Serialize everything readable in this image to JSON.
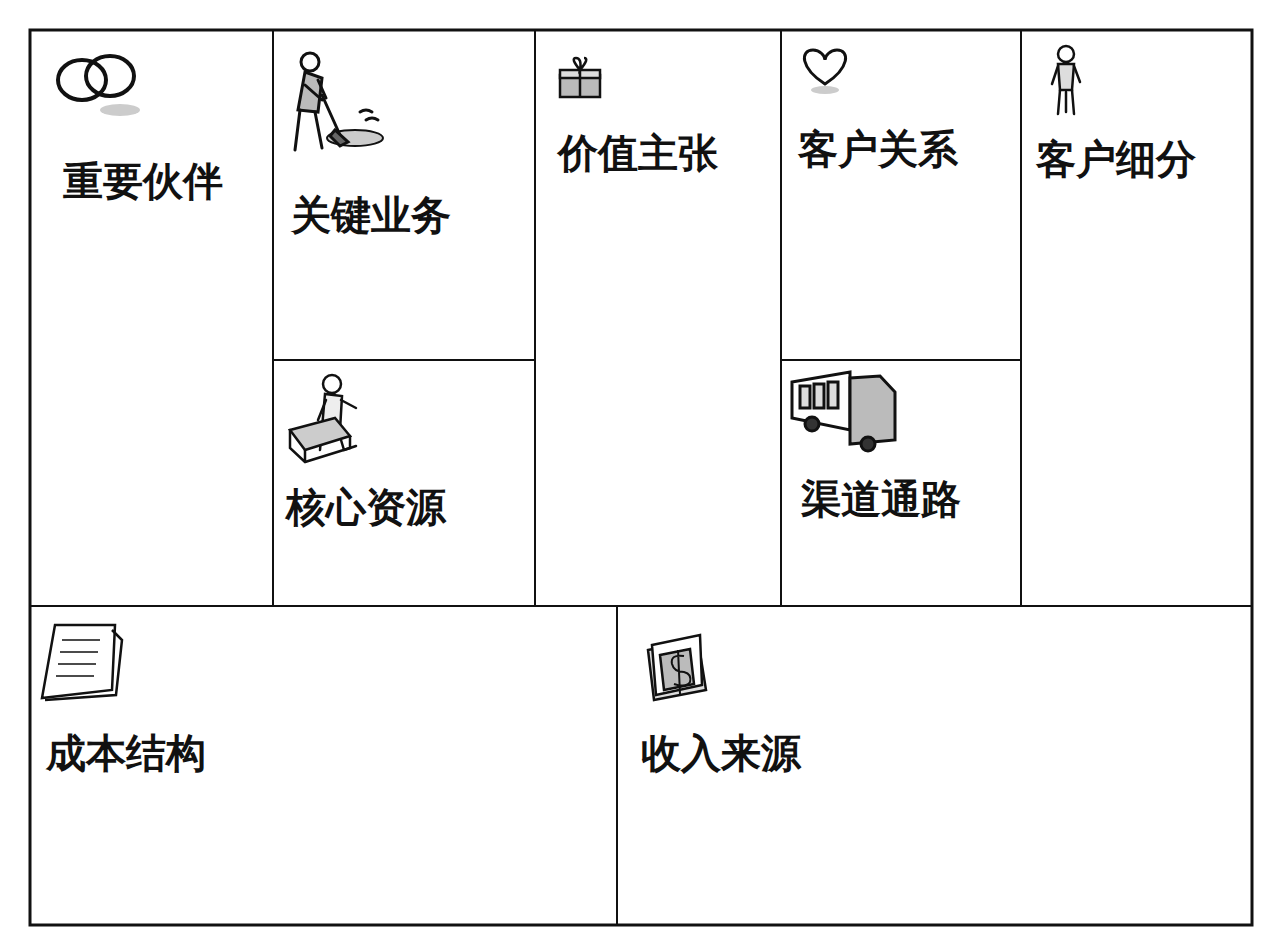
{
  "diagram": {
    "nodes": [
      {
        "text": [
          "重要伙伴"
        ]
      },
      {
        "text": [
          "关键业务"
        ]
      },
      {
        "text": [
          "价值主张"
        ]
      },
      {
        "text": [
          "客户关系"
        ]
      },
      {
        "text": [
          "客户细分"
        ]
      },
      {
        "text": [
          "核心资源"
        ]
      },
      {
        "text": [
          "渠道通路"
        ]
      },
      {
        "text": [
          "成本结构"
        ]
      },
      {
        "text": [
          "收入来源"
        ]
      }
    ]
  }
}
